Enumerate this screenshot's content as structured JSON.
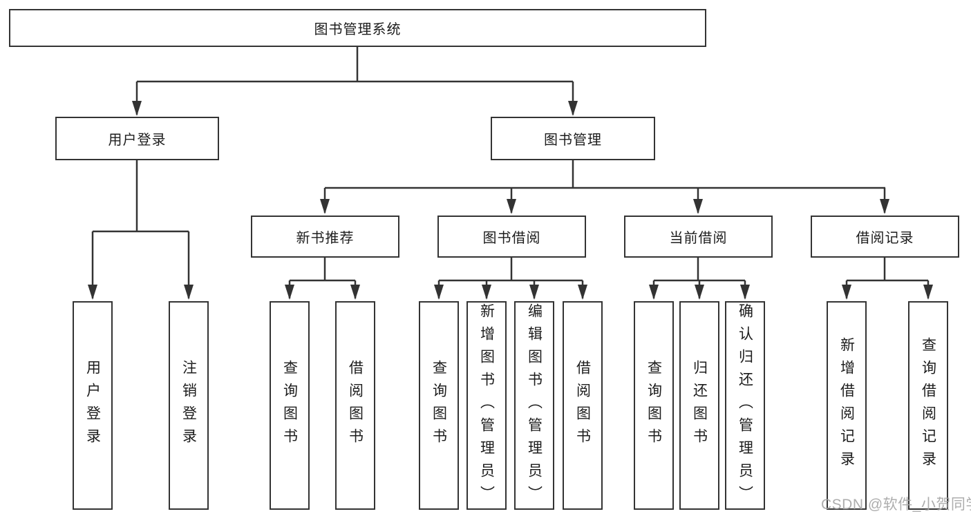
{
  "tree": {
    "root": "图书管理系统",
    "branches": [
      {
        "label": "用户登录",
        "children": [
          "用户登录",
          "注销登录"
        ]
      },
      {
        "label": "图书管理",
        "sections": [
          {
            "label": "新书推荐",
            "children": [
              "查询图书",
              "借阅图书"
            ]
          },
          {
            "label": "图书借阅",
            "children": [
              "查询图书",
              "新增图书（管理员）",
              "编辑图书（管理员）",
              "借阅图书"
            ]
          },
          {
            "label": "当前借阅",
            "children": [
              "查询图书",
              "归还图书",
              "确认归还（管理员）"
            ]
          },
          {
            "label": "借阅记录",
            "children": [
              "新增借阅记录",
              "查询借阅记录"
            ]
          }
        ]
      }
    ]
  },
  "colors": {
    "line": "#333333",
    "text": "#1c1c1c",
    "watermark": "#a6a6a6"
  },
  "watermark": "CSDN @软件_小贺同学"
}
